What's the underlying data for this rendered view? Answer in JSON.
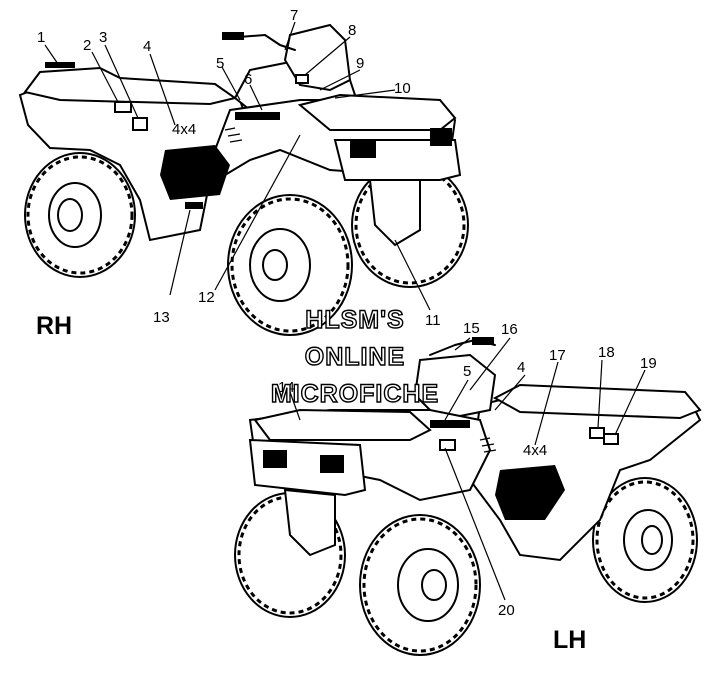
{
  "labels": {
    "rh": "RH",
    "lh": "LH"
  },
  "watermark": {
    "line1": "HLSM'S",
    "line2": "ONLINE",
    "line3": "MICROFICHE"
  },
  "callouts_rh": [
    "1",
    "2",
    "3",
    "4",
    "5",
    "6",
    "7",
    "8",
    "9",
    "10",
    "11",
    "12",
    "13"
  ],
  "callouts_lh": [
    "14",
    "15",
    "16",
    "5",
    "4",
    "17",
    "18",
    "19",
    "20"
  ],
  "decal_text": {
    "rh_4x4": "4x4",
    "lh_4x4": "4x4"
  }
}
